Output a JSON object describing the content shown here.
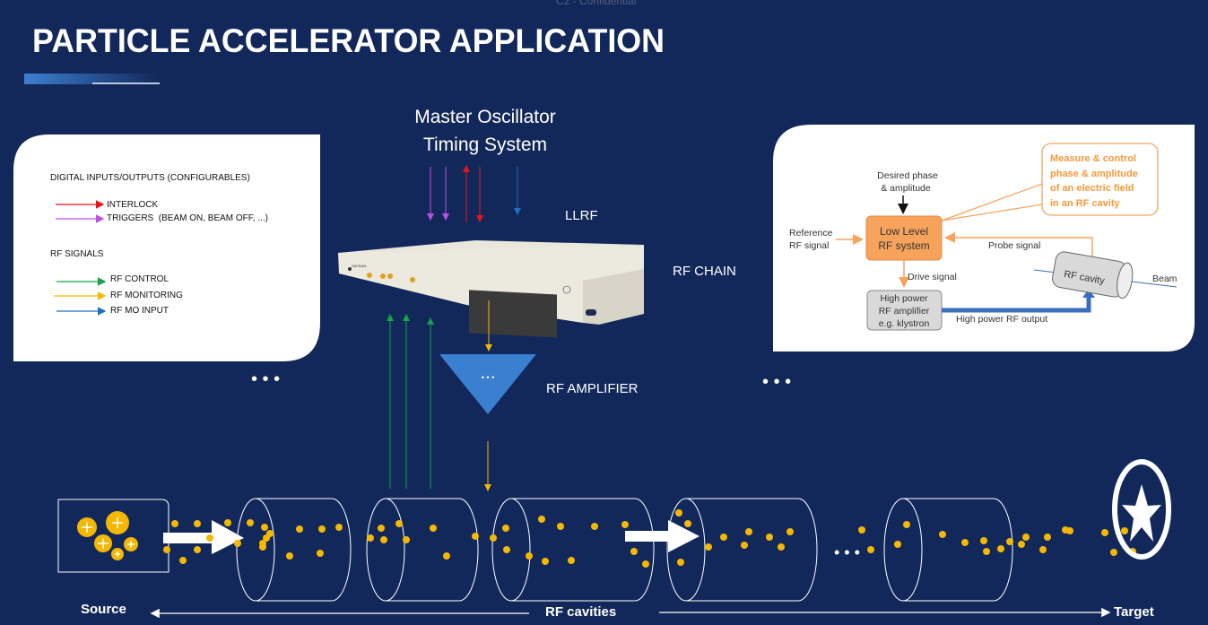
{
  "header": {
    "confidential": "C2 - Confidential",
    "title": "PARTICLE ACCELERATOR APPLICATION"
  },
  "legend": {
    "digital_heading": "DIGITAL INPUTS/OUTPUTS (CONFIGURABLES)",
    "digital_items": [
      {
        "label": "INTERLOCK",
        "color": "#e8141c"
      },
      {
        "label": "TRIGGERS  (BEAM ON, BEAM OFF, ...)",
        "color": "#c04ee6"
      }
    ],
    "rf_heading": "RF SIGNALS",
    "rf_items": [
      {
        "label": "RF CONTROL",
        "color": "#16a34a"
      },
      {
        "label": "RF MONITORING",
        "color": "#f5b800"
      },
      {
        "label": "RF MO INPUT",
        "color": "#1f6fc0"
      }
    ]
  },
  "center": {
    "mo_line1": "Master Oscillator",
    "mo_line2": "Timing System",
    "llrf": "LLRF",
    "rf_chain": "RF CHAIN",
    "rf_amplifier": "RF AMPLIFIER",
    "amplifier_dots": "• • •",
    "device_brand": "SAFRAN"
  },
  "llrf_diagram": {
    "desired_1": "Desired phase",
    "desired_2": "& amplitude",
    "reference_1": "Reference",
    "reference_2": "RF signal",
    "llrf_box_1": "Low Level",
    "llrf_box_2": "RF system",
    "callout_1": "Measure & control",
    "callout_2": "phase & amplitude",
    "callout_3": "of an electric field",
    "callout_4": "in an RF cavity",
    "probe": "Probe signal",
    "drive": "Drive signal",
    "amp_1": "High power",
    "amp_2": "RF amplifier",
    "amp_3": "e.g. klystron",
    "output": "High power RF output",
    "cavity": "RF cavity",
    "beam": "Beam",
    "accent": "#f7a35c"
  },
  "ellipsis": "• • •",
  "bottom": {
    "source": "Source",
    "rf_cavities": "RF cavities",
    "target": "Target"
  },
  "colors": {
    "background": "#13285a",
    "particle": "#f5b800",
    "amplifier": "#3a7fd0"
  }
}
